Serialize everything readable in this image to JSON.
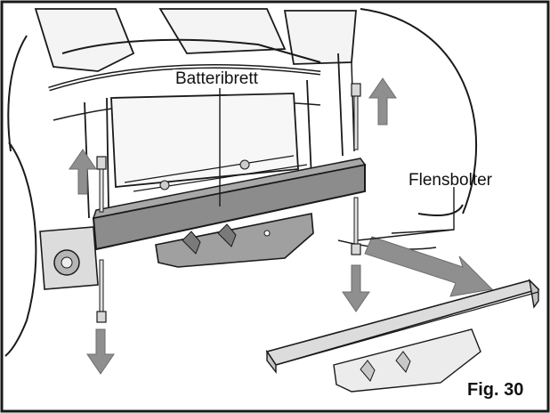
{
  "figure": {
    "labels": {
      "battery_tray": "Batteribrett",
      "flange_bolts": "Flensbolter"
    },
    "caption": "Fig. 30"
  },
  "colors": {
    "outline": "#1a1a1a",
    "tray_fill": "#8c8c8c",
    "tray_top": "#a8a8a8",
    "arrow_fill": "#8f8f8f",
    "detached_tray": "#dcdcdc"
  }
}
